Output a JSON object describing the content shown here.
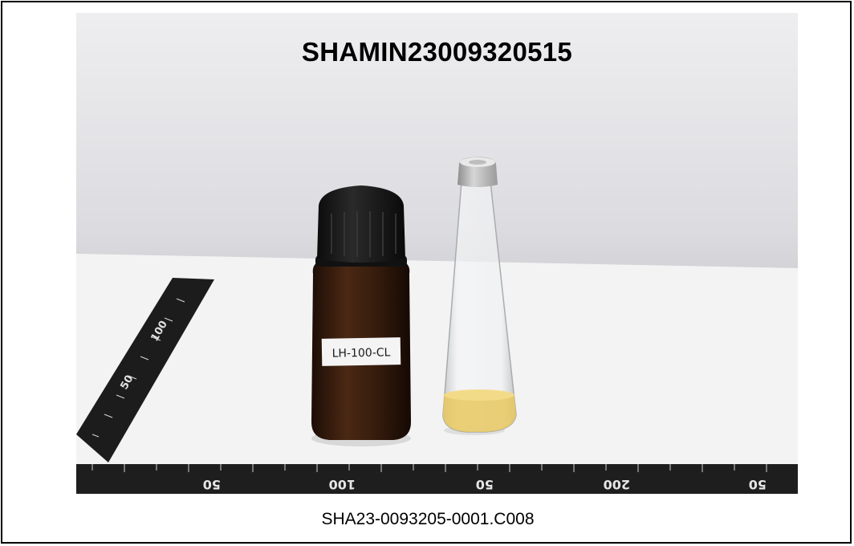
{
  "photo": {
    "sample_id": "SHAMIN23009320515",
    "bottle_label": "LH-100-CL",
    "ruler_marks_bottom": [
      "50",
      "100",
      "50",
      "200",
      "50"
    ],
    "ruler_marks_left": [
      "50",
      "100"
    ]
  },
  "caption": "SHA23-0093205-0001.C008",
  "colors": {
    "backdrop": "#e6e6e9",
    "table": "#f2f2f2",
    "bottle_body": "#3a1e0e",
    "bottle_cap": "#1a1a1a",
    "vial_cap": "#b8b8b8",
    "liquid": "#e8c860",
    "ruler": "#1e1e1e"
  }
}
